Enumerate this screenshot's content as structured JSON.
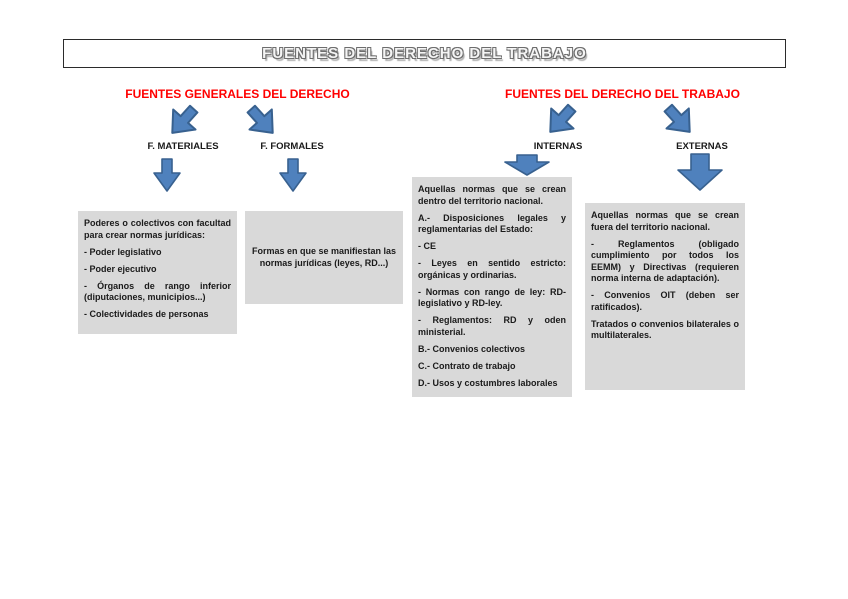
{
  "title": {
    "text": "FUENTES DEL DERECHO DEL TRABAJO"
  },
  "colors": {
    "heading_red": "#ff0000",
    "arrow_fill": "#4f81bd",
    "arrow_stroke": "#38618f",
    "box_fill": "#d9d9d9",
    "title_outline": "#6d6d6d",
    "title_shadow": "#b0b0b0"
  },
  "left_section": {
    "heading": "FUENTES GENERALES DEL DERECHO",
    "materiales": {
      "label": "F. MATERIALES",
      "paragraphs": [
        "Poderes o colectivos con facultad para crear normas jurídicas:",
        "- Poder legislativo",
        "- Poder ejecutivo",
        "- Órganos de rango inferior (diputaciones, municipios...)",
        "- Colectividades de personas"
      ]
    },
    "formales": {
      "label": "F. FORMALES",
      "paragraphs": [
        "Formas en que se manifiestan las normas jurídicas (leyes, RD...)"
      ]
    }
  },
  "right_section": {
    "heading": "FUENTES DEL DERECHO DEL TRABAJO",
    "internas": {
      "label": "INTERNAS",
      "paragraphs": [
        "Aquellas normas que se crean dentro del territorio nacional.",
        "A.- Disposiciones legales y reglamentarias del Estado:",
        "- CE",
        "- Leyes en sentido estricto: orgánicas y ordinarias.",
        "- Normas con rango de ley: RD-legislativo y RD-ley.",
        "- Reglamentos: RD y oden ministerial.",
        "B.- Convenios colectivos",
        "C.- Contrato de trabajo",
        "D.- Usos y costumbres laborales"
      ]
    },
    "externas": {
      "label": "EXTERNAS",
      "paragraphs": [
        "Aquellas normas que se crean fuera del territorio nacional.",
        "- Reglamentos (obligado cumplimiento por todos los EEMM) y Directivas (requieren norma interna de adaptación).",
        "- Convenios OIT (deben ser ratificados).",
        "Tratados o convenios bilaterales o multilaterales."
      ]
    }
  }
}
